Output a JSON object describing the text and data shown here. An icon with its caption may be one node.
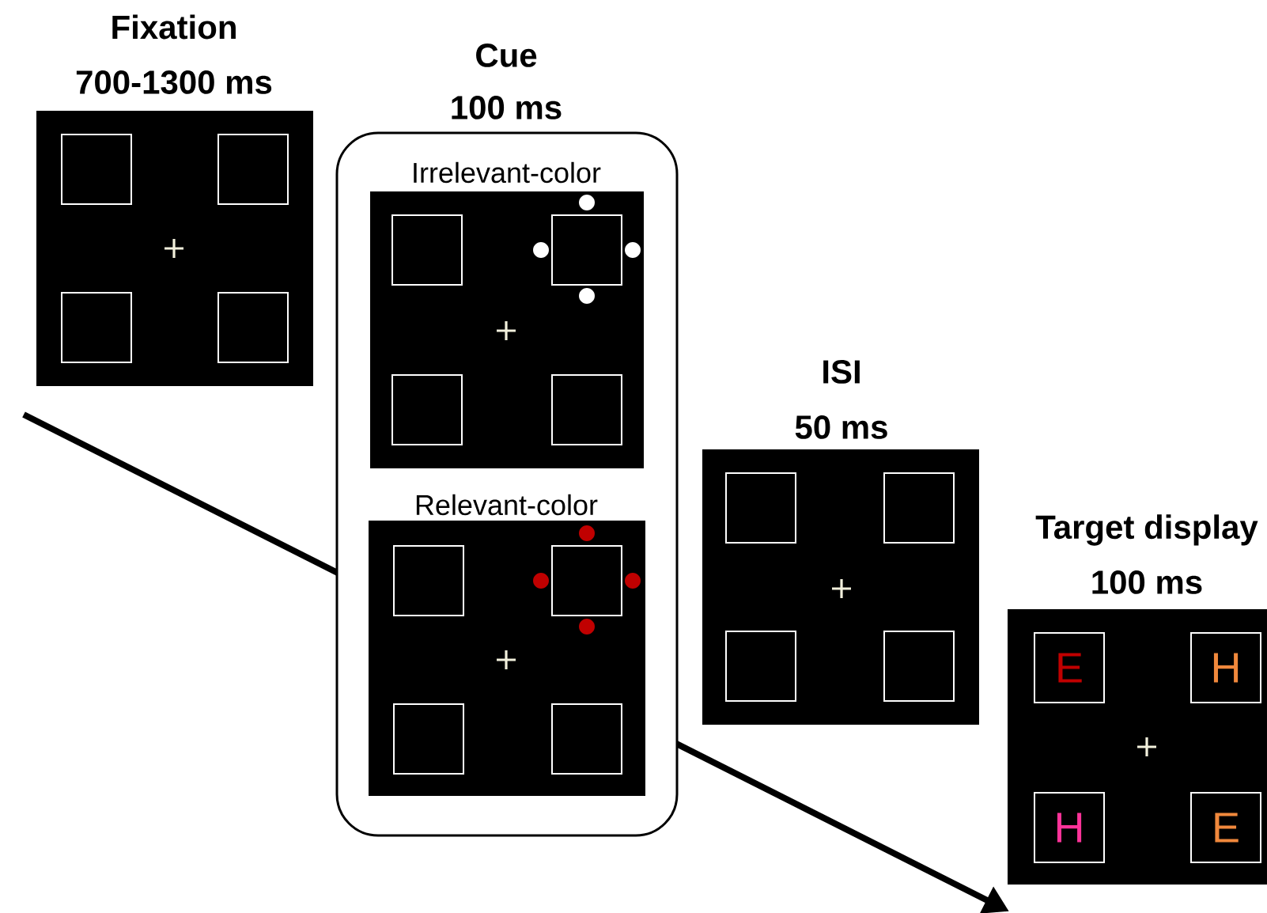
{
  "diagram": {
    "nodes": [
      {
        "text": [
          "Fixation",
          "700-1300 ms"
        ]
      },
      {
        "text": [
          "Cue",
          "100 ms"
        ]
      },
      {
        "text": [
          "Irrelevant-color"
        ],
        "in": 1
      },
      {
        "text": [
          "Relevant-color"
        ],
        "in": 1
      },
      {
        "text": [
          "ISI",
          "50 ms"
        ]
      },
      {
        "text": [
          "Target display",
          "100 ms"
        ]
      }
    ],
    "labels": [
      "E",
      "H",
      "H",
      "E"
    ]
  }
}
